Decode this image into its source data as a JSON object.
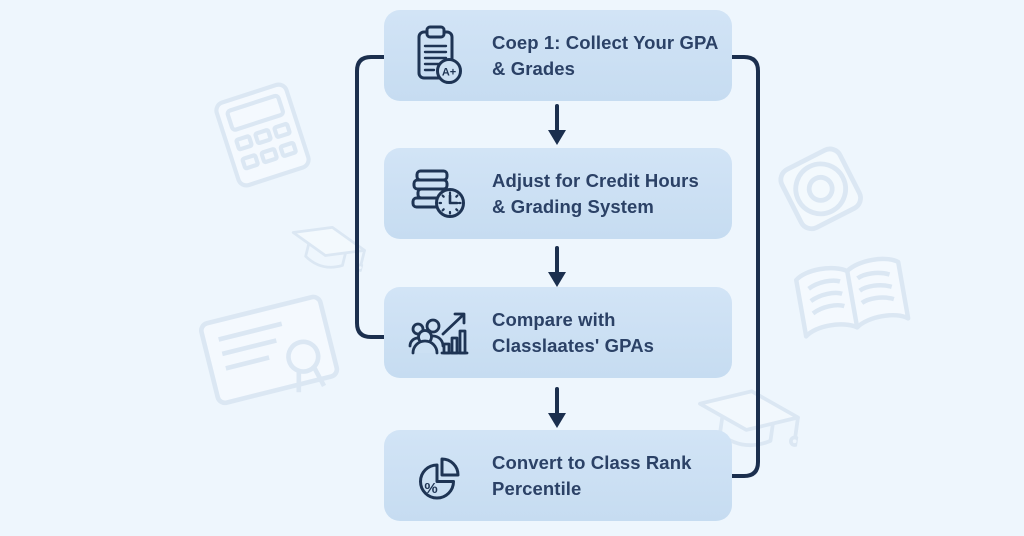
{
  "page": {
    "background_color": "#eef6fd",
    "type": "flowchart-infographic"
  },
  "colors": {
    "box_fill": "#c8def2",
    "box_fill_top": "#d2e4f6",
    "line": "#1b2f4e",
    "text": "#2b4166",
    "faint_icon_stroke": "#dbe7f3"
  },
  "flowchart": {
    "steps": [
      {
        "id": 1,
        "icon": "clipboard-grade-icon",
        "label": "Coep 1: Collect Your GPA & Grades",
        "lines": [
          "Coep 1: Collect Your GPA",
          "& Grades"
        ]
      },
      {
        "id": 2,
        "icon": "books-clock-icon",
        "label": "Adjust for Credit Hours & Grading System",
        "lines": [
          "Adjust for Credit Hours",
          "& Grading System"
        ]
      },
      {
        "id": 3,
        "icon": "people-chart-icon",
        "label": "Compare with Classlaates' GPAs",
        "lines": [
          "Compare with",
          "Classlaates' GPAs"
        ]
      },
      {
        "id": 4,
        "icon": "pie-percent-icon",
        "label": "Convert to Class Rank Percentile",
        "lines": [
          "Convert to Class Rank",
          "Percentile"
        ]
      }
    ],
    "clipboard_badge_text": "A+",
    "pie_percent_text": "%",
    "connectors": [
      {
        "name": "left-connector",
        "from": "step-1-left",
        "to": "step-3-left"
      },
      {
        "name": "right-connector",
        "from": "step-1-right",
        "to": "step-4-right"
      }
    ],
    "background_icons": [
      "calculator-icon",
      "graduation-cap-icon",
      "certificate-icon",
      "medal-icon",
      "open-book-icon",
      "graduation-cap-icon"
    ]
  }
}
